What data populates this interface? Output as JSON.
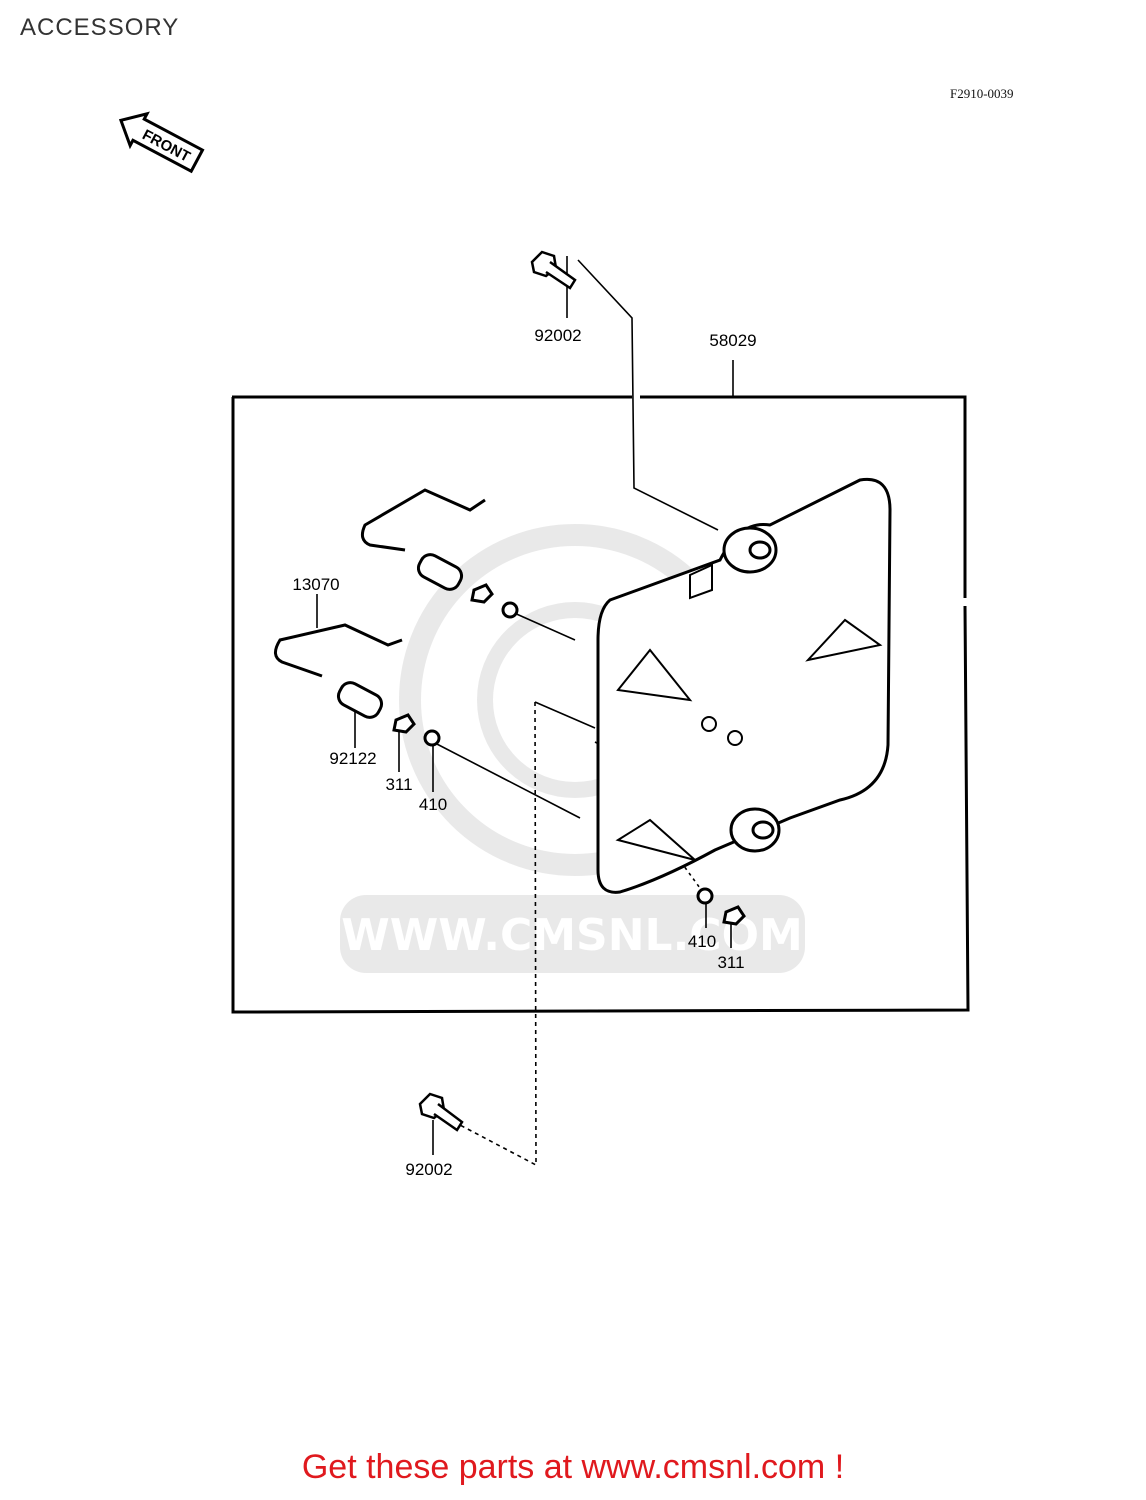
{
  "page": {
    "title": "ACCESSORY",
    "figure_code": "F2910-0039",
    "front_label": "FRONT",
    "watermark": "WWW.CMSNL.COM",
    "cta": "Get these parts at www.cmsnl.com !",
    "cta_color": "#e0191e"
  },
  "parts": [
    {
      "id": "top-bolt",
      "number": "92002"
    },
    {
      "id": "carrier-assembly",
      "number": "58029"
    },
    {
      "id": "u-bolt",
      "number": "13070"
    },
    {
      "id": "collar",
      "number": "92122"
    },
    {
      "id": "nut-left",
      "number": "311"
    },
    {
      "id": "washer-left",
      "number": "410"
    },
    {
      "id": "washer-right",
      "number": "410"
    },
    {
      "id": "nut-right",
      "number": "311"
    },
    {
      "id": "bottom-bolt",
      "number": "92002"
    }
  ]
}
